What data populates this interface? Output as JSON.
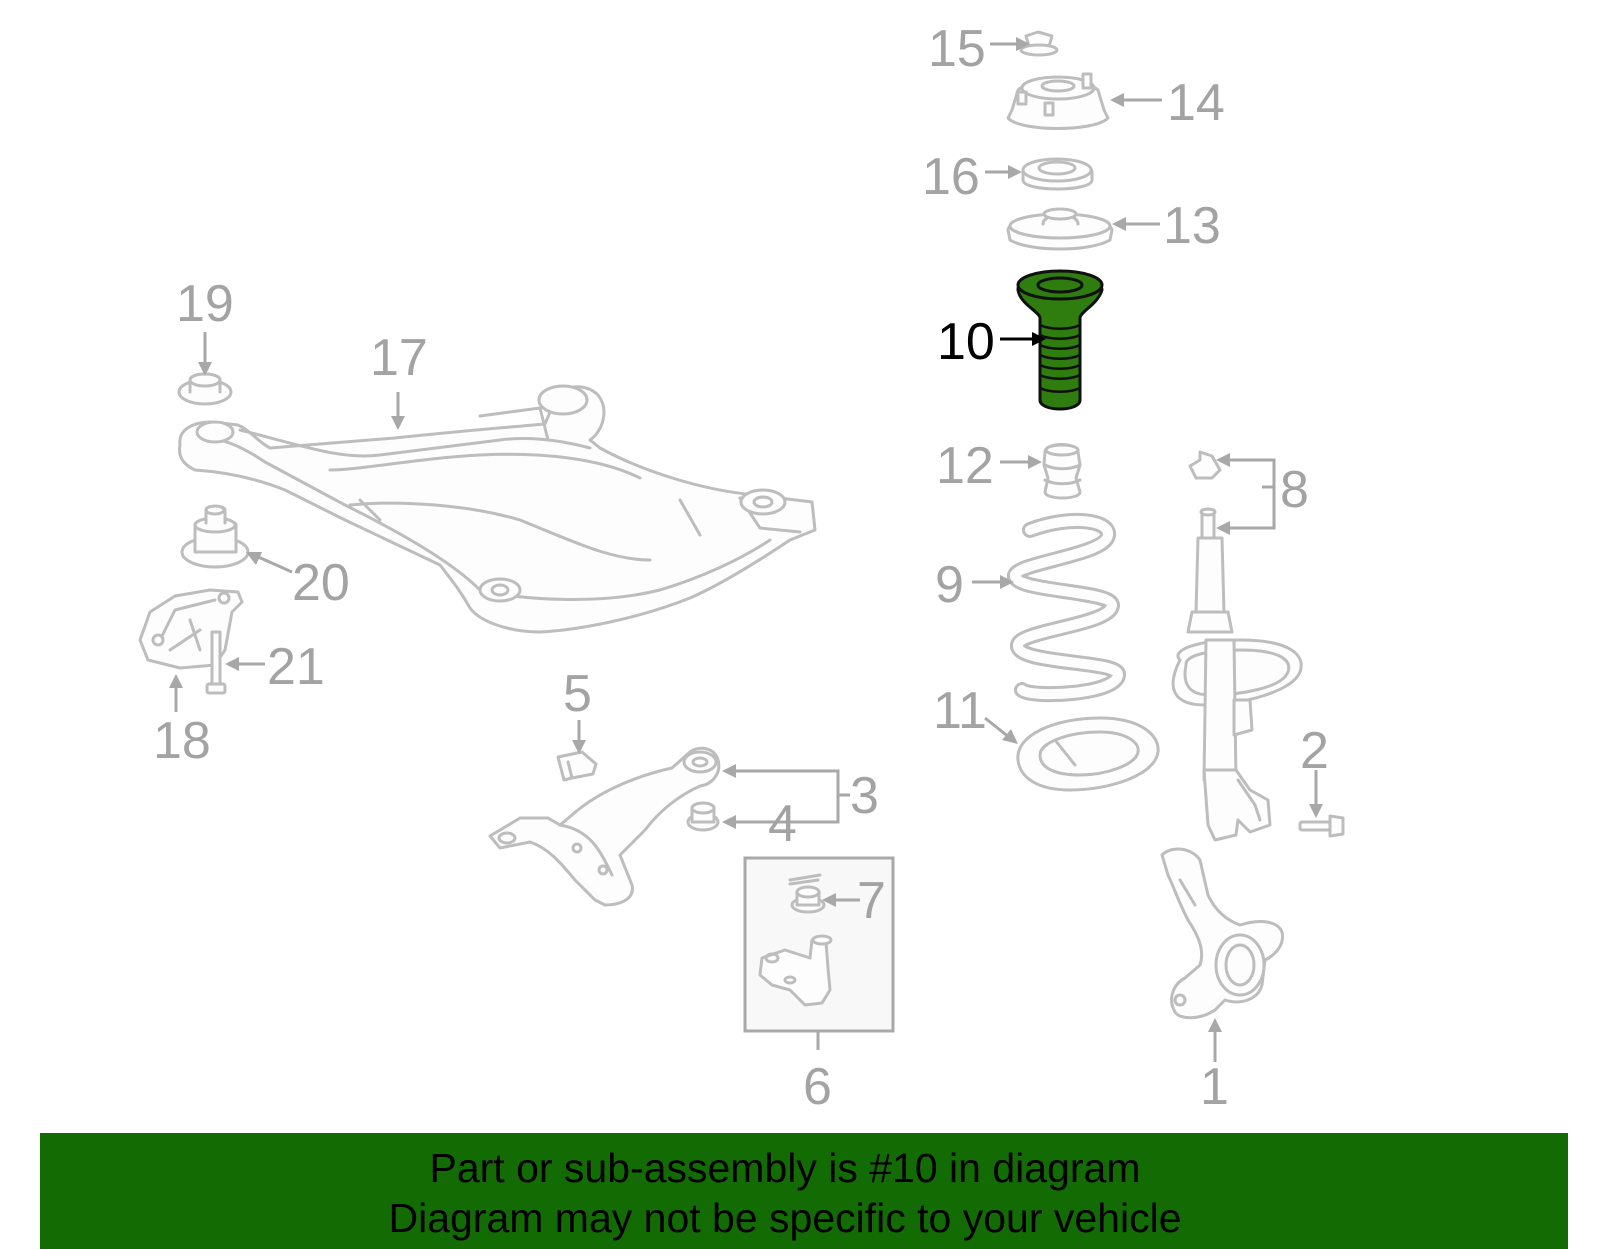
{
  "callouts": [
    {
      "id": "1",
      "label": "1"
    },
    {
      "id": "2",
      "label": "2"
    },
    {
      "id": "3",
      "label": "3"
    },
    {
      "id": "4",
      "label": "4"
    },
    {
      "id": "5",
      "label": "5"
    },
    {
      "id": "6",
      "label": "6"
    },
    {
      "id": "7",
      "label": "7"
    },
    {
      "id": "8",
      "label": "8"
    },
    {
      "id": "9",
      "label": "9"
    },
    {
      "id": "10",
      "label": "10"
    },
    {
      "id": "11",
      "label": "11"
    },
    {
      "id": "12",
      "label": "12"
    },
    {
      "id": "13",
      "label": "13"
    },
    {
      "id": "14",
      "label": "14"
    },
    {
      "id": "15",
      "label": "15"
    },
    {
      "id": "16",
      "label": "16"
    },
    {
      "id": "17",
      "label": "17"
    },
    {
      "id": "18",
      "label": "18"
    },
    {
      "id": "19",
      "label": "19"
    },
    {
      "id": "20",
      "label": "20"
    },
    {
      "id": "21",
      "label": "21"
    }
  ],
  "highlight": {
    "part": "10",
    "color": "#2e7d0e"
  },
  "banner": {
    "line1": "Part or sub-assembly is #10 in diagram",
    "line2": "Diagram may not be specific to your vehicle",
    "background": "#136b04"
  }
}
